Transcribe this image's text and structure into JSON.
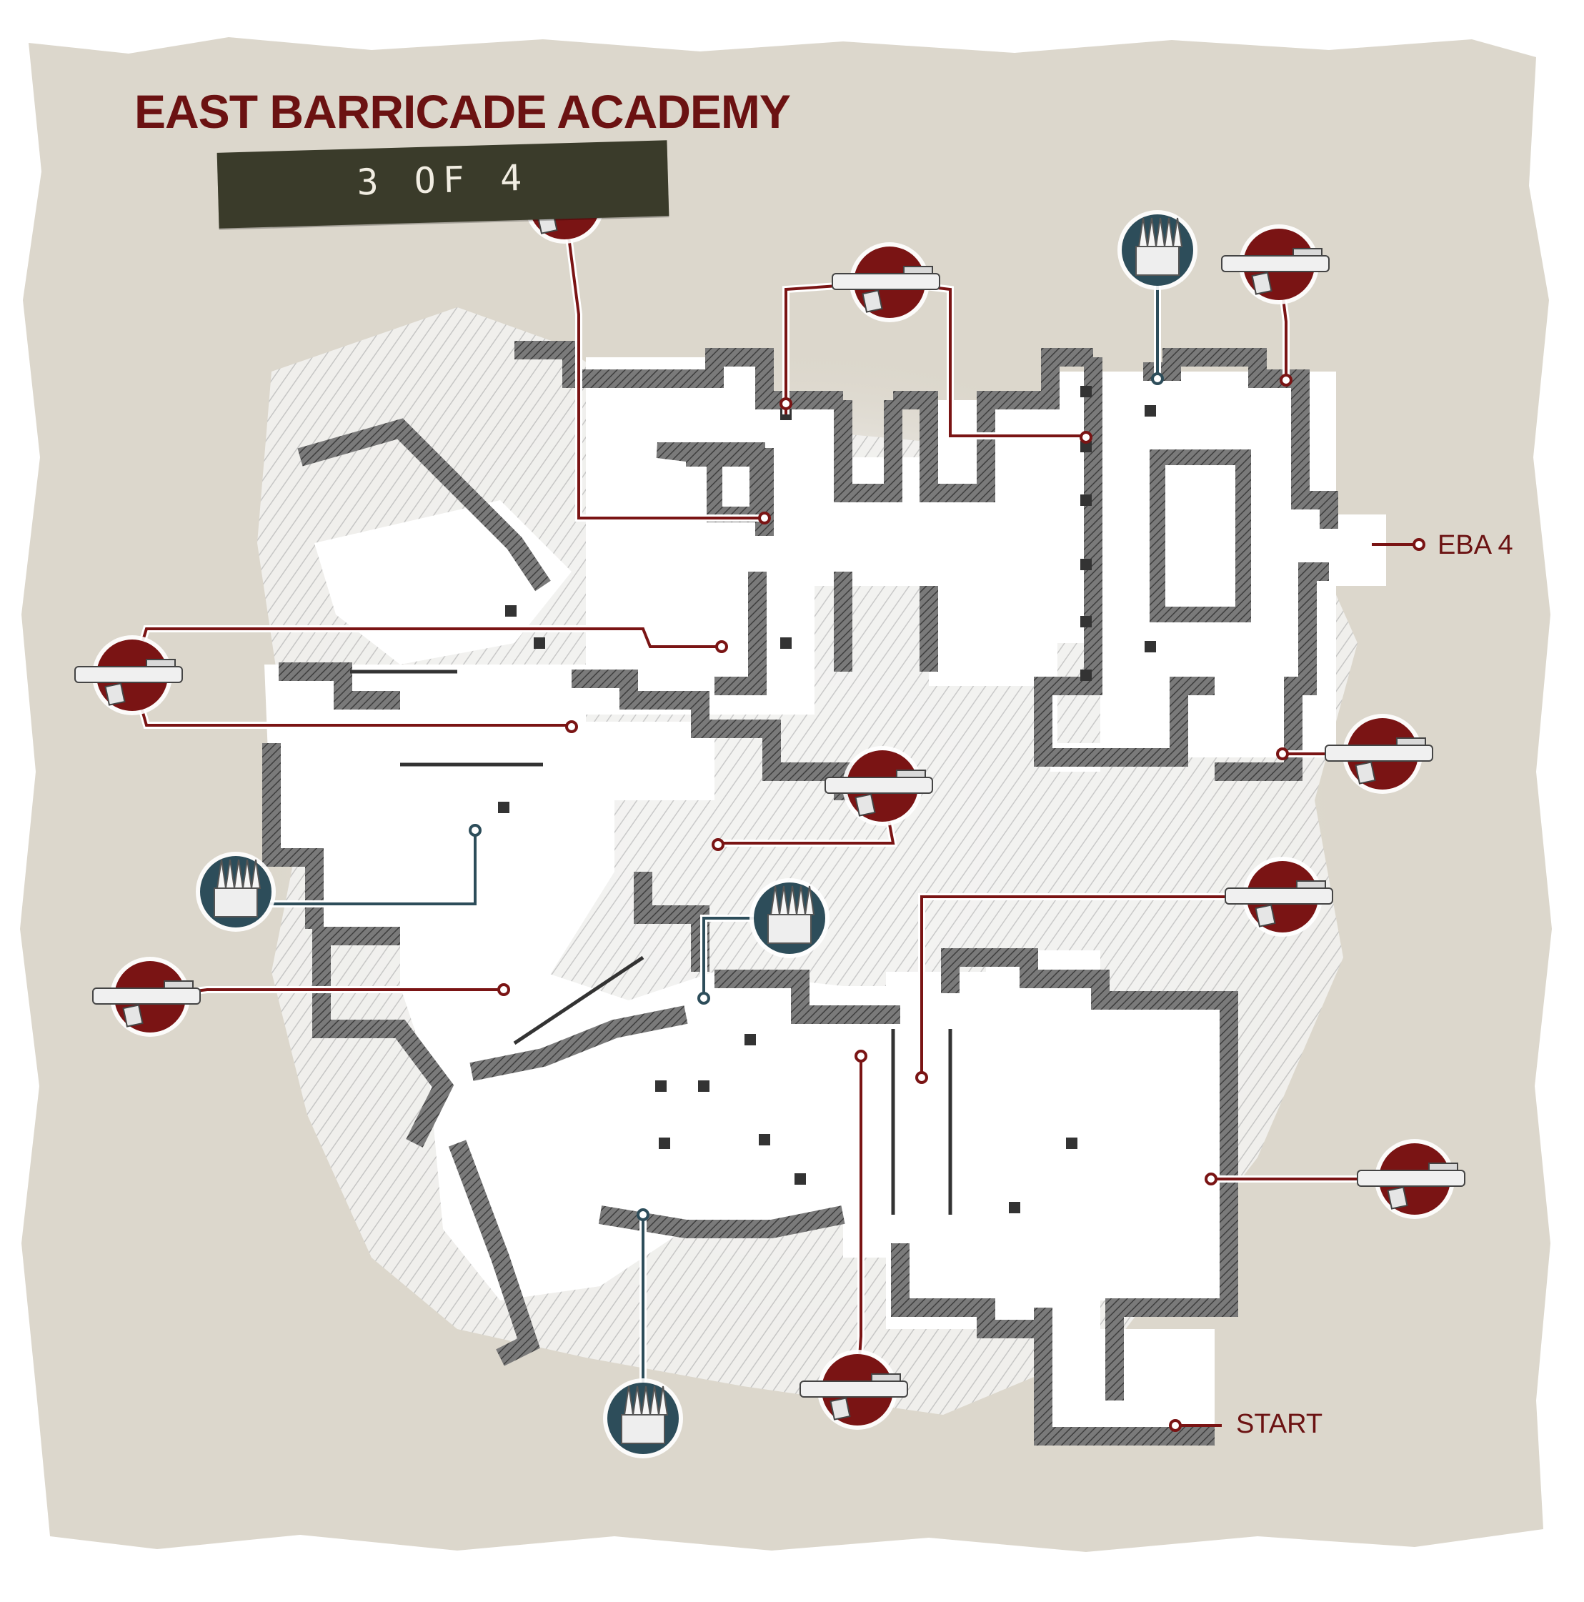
{
  "title": "EAST BARRICADE ACADEMY",
  "subtitle": "3 OF 4",
  "exits": {
    "eba4": "EBA 4",
    "start": "START"
  },
  "colors": {
    "paper": "#dcd7cc",
    "title": "#6b1212",
    "weapon_marker": "#7a1414",
    "ammo_marker": "#2d4d5a",
    "banner": "#3a3b2a",
    "floor": "#ffffff",
    "wall": "#6a6a6a"
  },
  "legend_icons": {
    "weapon": "weapon-pickup-icon",
    "ammo": "ammo-crate-icon"
  },
  "markers": [
    {
      "name": "gnasher-shotgun-pickup-nw",
      "kind": "weapon",
      "icon": "gnasher-shotgun-icon"
    },
    {
      "name": "boltok-pistol-pickup",
      "kind": "weapon",
      "icon": "boltok-pistol-icon"
    },
    {
      "name": "ammo-pickup-north",
      "kind": "ammo",
      "icon": "ammo-crate-icon"
    },
    {
      "name": "torque-bow-pickup-ne",
      "kind": "weapon",
      "icon": "torque-bow-icon"
    },
    {
      "name": "lancer-rifle-pickup-west-upper",
      "kind": "weapon",
      "icon": "lancer-rifle-icon"
    },
    {
      "name": "hammerburst-pickup-east",
      "kind": "weapon",
      "icon": "hammerburst-rifle-icon"
    },
    {
      "name": "torque-bow-pickup-center",
      "kind": "weapon",
      "icon": "torque-bow-icon"
    },
    {
      "name": "ammo-pickup-west",
      "kind": "ammo",
      "icon": "ammo-crate-icon"
    },
    {
      "name": "ammo-pickup-center",
      "kind": "ammo",
      "icon": "ammo-crate-icon"
    },
    {
      "name": "gnasher-shotgun-pickup-east",
      "kind": "weapon",
      "icon": "gnasher-shotgun-icon"
    },
    {
      "name": "lancer-rifle-pickup-west-lower",
      "kind": "weapon",
      "icon": "lancer-rifle-icon"
    },
    {
      "name": "lancer-rifle-pickup-southeast",
      "kind": "weapon",
      "icon": "lancer-rifle-icon"
    },
    {
      "name": "hammerburst-pickup-south",
      "kind": "weapon",
      "icon": "hammerburst-rifle-icon"
    },
    {
      "name": "ammo-pickup-south",
      "kind": "ammo",
      "icon": "ammo-crate-icon"
    }
  ]
}
